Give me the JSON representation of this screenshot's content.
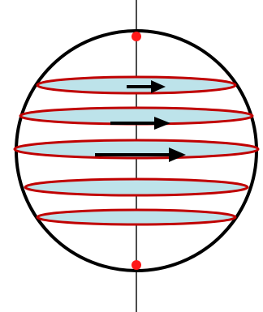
{
  "diagram": {
    "colors": {
      "background": "#ffffff",
      "sphere_outline": "#000000",
      "axis": "#000000",
      "pole": "#ff1a1a",
      "layer_outline": "#c00000",
      "layer_fill": "#bde3ea",
      "arrow": "#000000"
    },
    "layer_count": 5,
    "arrow_count": 3,
    "pole_count": 2
  }
}
